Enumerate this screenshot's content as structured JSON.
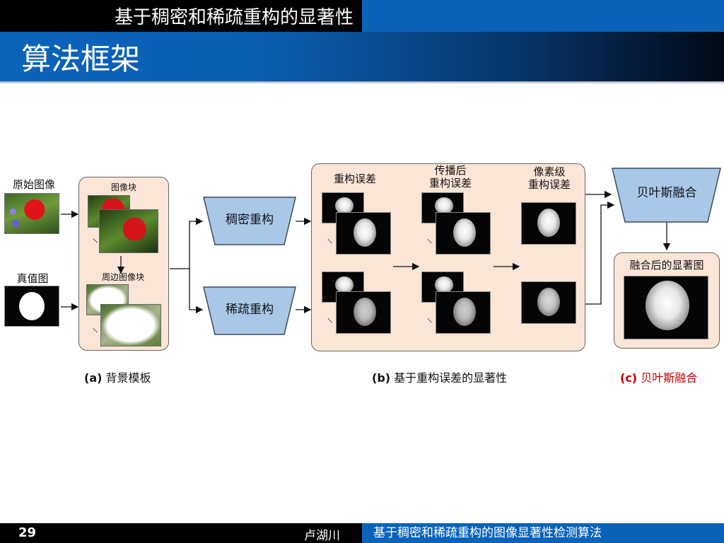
{
  "header": {
    "section_title": "基于稠密和稀疏重构的显著性",
    "slide_title": "算法框架"
  },
  "diagram": {
    "input_original_label": "原始图像",
    "input_truth_label": "真值图",
    "patch_label": "图像块",
    "border_patch_label": "周边图像块",
    "dense_label": "稠密重构",
    "sparse_label": "稀疏重构",
    "recon_error_label": "重构误差",
    "propagated_error_label": "传播后\n重构误差",
    "pixel_error_label": "像素级\n重构误差",
    "bayes_label": "贝叶斯融合",
    "fused_label": "融合后的显著图"
  },
  "captions": {
    "a_prefix": "(a)",
    "a_text": " 背景模板",
    "b_prefix": "(b)",
    "b_text": " 基于重构误差的显著性",
    "c_prefix": "(c)",
    "c_text": " 贝叶斯融合",
    "highlight_color": "#c00000"
  },
  "footer": {
    "page_number": "29",
    "author": "卢湖川",
    "talk_title": "基于稠密和稀疏重构的图像显著性检测算法"
  },
  "colors": {
    "brand_blue": "#0a63b8",
    "panel_fill": "#fbe5d6",
    "box_fill": "#a9c8e8"
  }
}
